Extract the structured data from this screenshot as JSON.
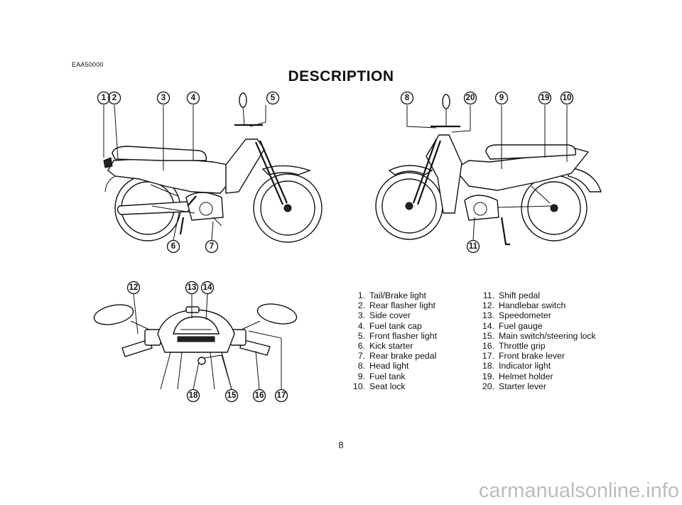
{
  "header": {
    "code": "EAA50000",
    "title": "DESCRIPTION"
  },
  "callouts": {
    "left_side": [
      "1",
      "2",
      "3",
      "4",
      "5",
      "6",
      "7"
    ],
    "right_side": [
      "8",
      "20",
      "9",
      "19",
      "10",
      "11"
    ],
    "handlebar": [
      "12",
      "13",
      "14",
      "18",
      "15",
      "16",
      "17"
    ]
  },
  "legend": {
    "column1": [
      {
        "num": "1.",
        "label": "Tail/Brake light"
      },
      {
        "num": "2.",
        "label": "Rear flasher light"
      },
      {
        "num": "3.",
        "label": "Side cover"
      },
      {
        "num": "4.",
        "label": "Fuel tank cap"
      },
      {
        "num": "5.",
        "label": "Front flasher light"
      },
      {
        "num": "6.",
        "label": "Kick starter"
      },
      {
        "num": "7.",
        "label": "Rear brake pedal"
      },
      {
        "num": "8.",
        "label": "Head light"
      },
      {
        "num": "9.",
        "label": "Fuel tank"
      },
      {
        "num": "10.",
        "label": "Seat lock"
      }
    ],
    "column2": [
      {
        "num": "11.",
        "label": "Shift pedal"
      },
      {
        "num": "12.",
        "label": "Handlebar switch"
      },
      {
        "num": "13.",
        "label": "Speedometer"
      },
      {
        "num": "14.",
        "label": "Fuel gauge"
      },
      {
        "num": "15.",
        "label": "Main switch/steering lock"
      },
      {
        "num": "16.",
        "label": "Throttle grip"
      },
      {
        "num": "17.",
        "label": "Front brake lever"
      },
      {
        "num": "18.",
        "label": "Indicator light"
      },
      {
        "num": "19.",
        "label": "Helmet holder"
      },
      {
        "num": "20.",
        "label": "Starter lever"
      }
    ]
  },
  "footer": {
    "page_number": "8",
    "watermark": "carmanualsonline.info"
  }
}
